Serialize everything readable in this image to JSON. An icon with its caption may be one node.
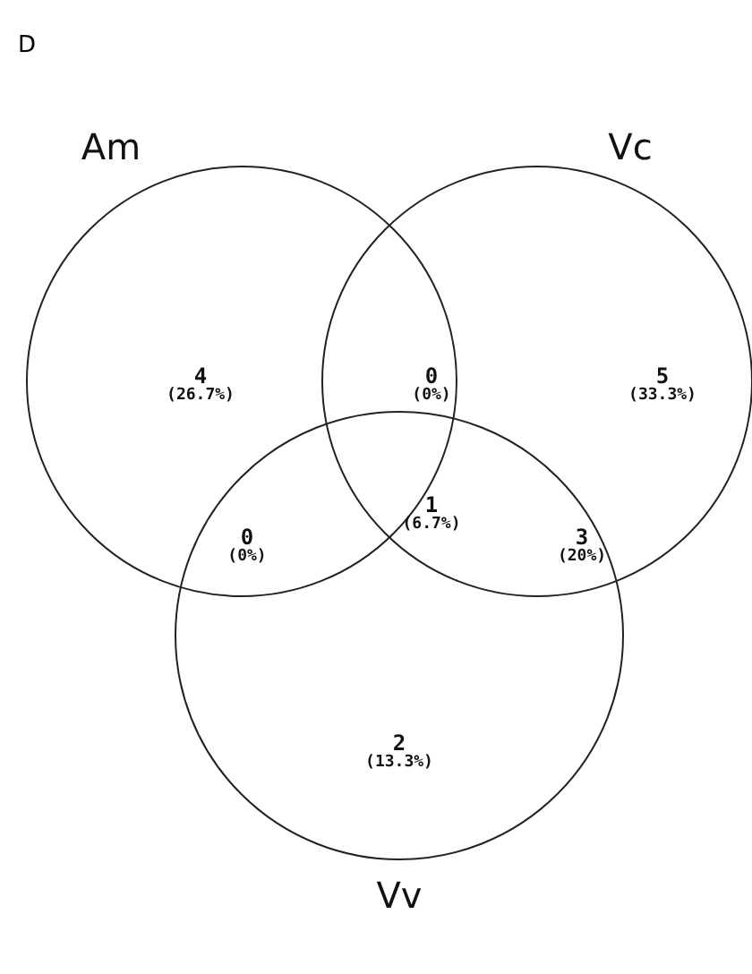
{
  "diagram": {
    "nodes": [
      {
        "text": [
          "Am"
        ]
      },
      {
        "text": [
          "Vc"
        ]
      },
      {
        "text": [
          "Vv"
        ]
      }
    ],
    "edges": [],
    "labels": [
      "D",
      "4 (26.7%)",
      "0 (0%)",
      "5 (33.3%)",
      "1 (6.7%)",
      "0 (0%)",
      "3 (20%)",
      "2 (13.3%)"
    ]
  }
}
